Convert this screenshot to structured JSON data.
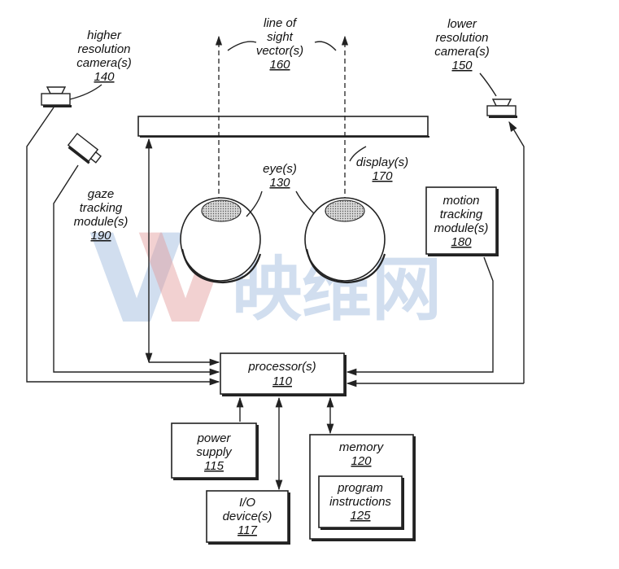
{
  "labels": {
    "los_a": "line of",
    "los_b": "sight",
    "los_c": "vector(s)",
    "los_ref": "160",
    "hi_a": "higher",
    "hi_b": "resolution",
    "hi_c": "camera(s)",
    "hi_ref": "140",
    "lo_a": "lower",
    "lo_b": "resolution",
    "lo_c": "camera(s)",
    "lo_ref": "150",
    "eye_a": "eye(s)",
    "eye_ref": "130",
    "disp_a": "display(s)",
    "disp_ref": "170",
    "gaze_a": "gaze",
    "gaze_b": "tracking",
    "gaze_c": "module(s)",
    "gaze_ref": "190",
    "mot_a": "motion",
    "mot_b": "tracking",
    "mot_c": "module(s)",
    "mot_ref": "180",
    "proc_a": "processor(s)",
    "proc_ref": "110",
    "pow_a": "power",
    "pow_b": "supply",
    "pow_ref": "115",
    "io_a": "I/O",
    "io_b": "device(s)",
    "io_ref": "117",
    "mem_a": "memory",
    "mem_ref": "120",
    "prog_a": "program",
    "prog_b": "instructions",
    "prog_ref": "125"
  },
  "watermark": {
    "logo": "V",
    "text": "映维网"
  },
  "colors": {
    "watermark_blue": "#9bb8dc",
    "watermark_red": "#e39a9a",
    "pupil_fill": "#bdbdbd"
  }
}
